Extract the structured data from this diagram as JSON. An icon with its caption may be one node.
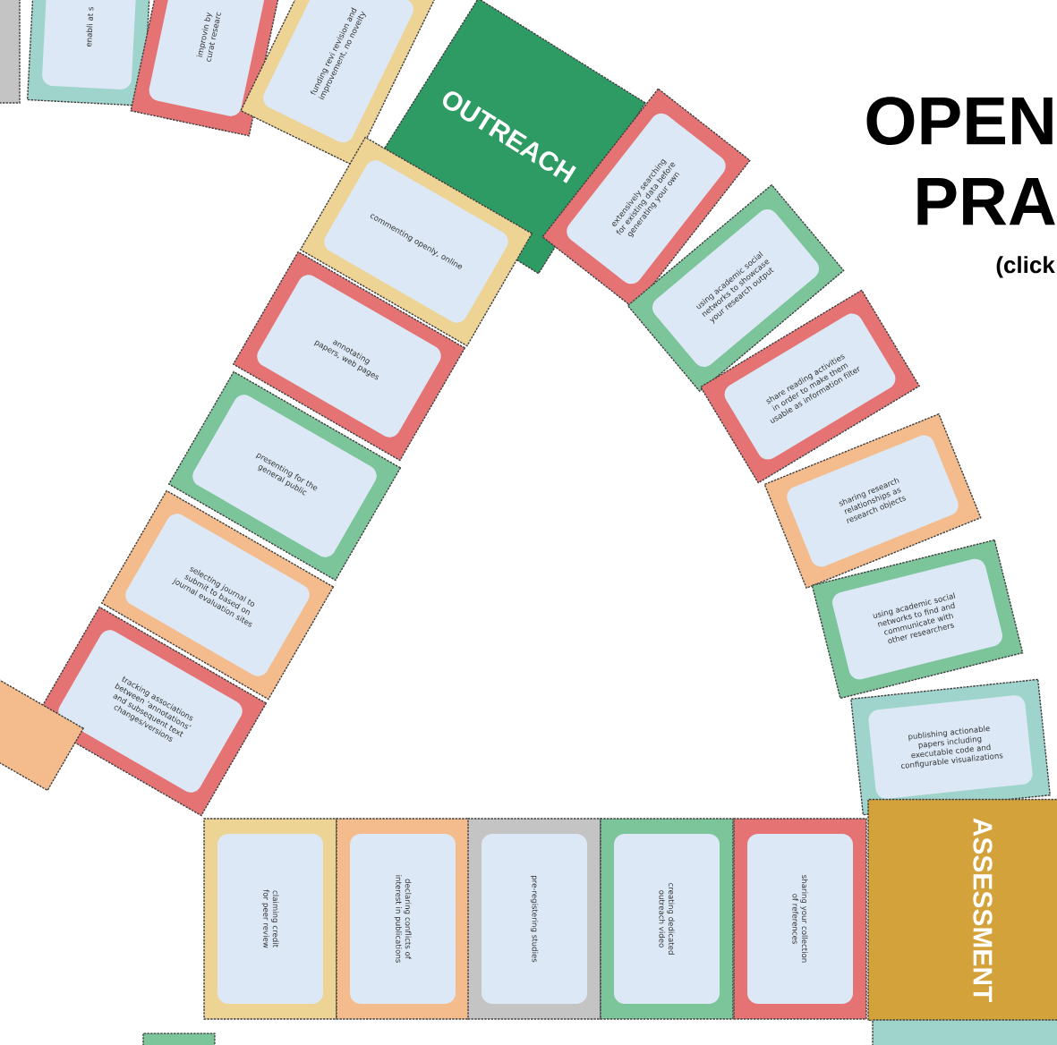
{
  "diagram": {
    "title": "OPEN PRA",
    "nodes": [
      {
        "text": [
          "enabli at s"
        ]
      },
      {
        "text": [
          "improvin by curat researc"
        ]
      },
      {
        "text": [
          "funding revi revision and improvement, no novelty"
        ]
      },
      {
        "text": [
          "OUTREACH"
        ]
      },
      {
        "text": [
          "commenting openly, online"
        ]
      },
      {
        "text": [
          "annotating papers, web pages"
        ]
      },
      {
        "text": [
          "presenting for the general public"
        ]
      },
      {
        "text": [
          "selecting journal to submit to based on journal evaluation sites"
        ]
      },
      {
        "text": [
          "tracking associations between ‘annotations’ and subsequent text changes/versions"
        ]
      },
      {
        "text": [
          "extensively searching for existing data before generating your own"
        ]
      },
      {
        "text": [
          "using academic social networks to showcase your research output"
        ]
      },
      {
        "text": [
          "share reading activities in order to make them usable as information filter"
        ]
      },
      {
        "text": [
          "sharing research relationships as research objects"
        ]
      },
      {
        "text": [
          "using academic social networks to find and communicate with other researchers"
        ]
      },
      {
        "text": [
          "publishing actionable papers including executable code and configurable visualizations"
        ]
      },
      {
        "text": [
          "ASSESSMENT"
        ]
      },
      {
        "text": [
          "claiming credit for peer review"
        ]
      },
      {
        "text": [
          "declaring conflicts of interest in publications"
        ]
      },
      {
        "text": [
          "pre-registering studies"
        ]
      },
      {
        "text": [
          "creating dedicated outreach video"
        ]
      },
      {
        "text": [
          "sharing your collection of references"
        ]
      },
      {
        "text": [],
        "shape": "box"
      },
      {
        "text": [],
        "shape": "box"
      },
      {
        "text": [],
        "shape": "box"
      },
      {
        "text": [],
        "shape": "box"
      }
    ],
    "labels": [
      "(click"
    ]
  }
}
